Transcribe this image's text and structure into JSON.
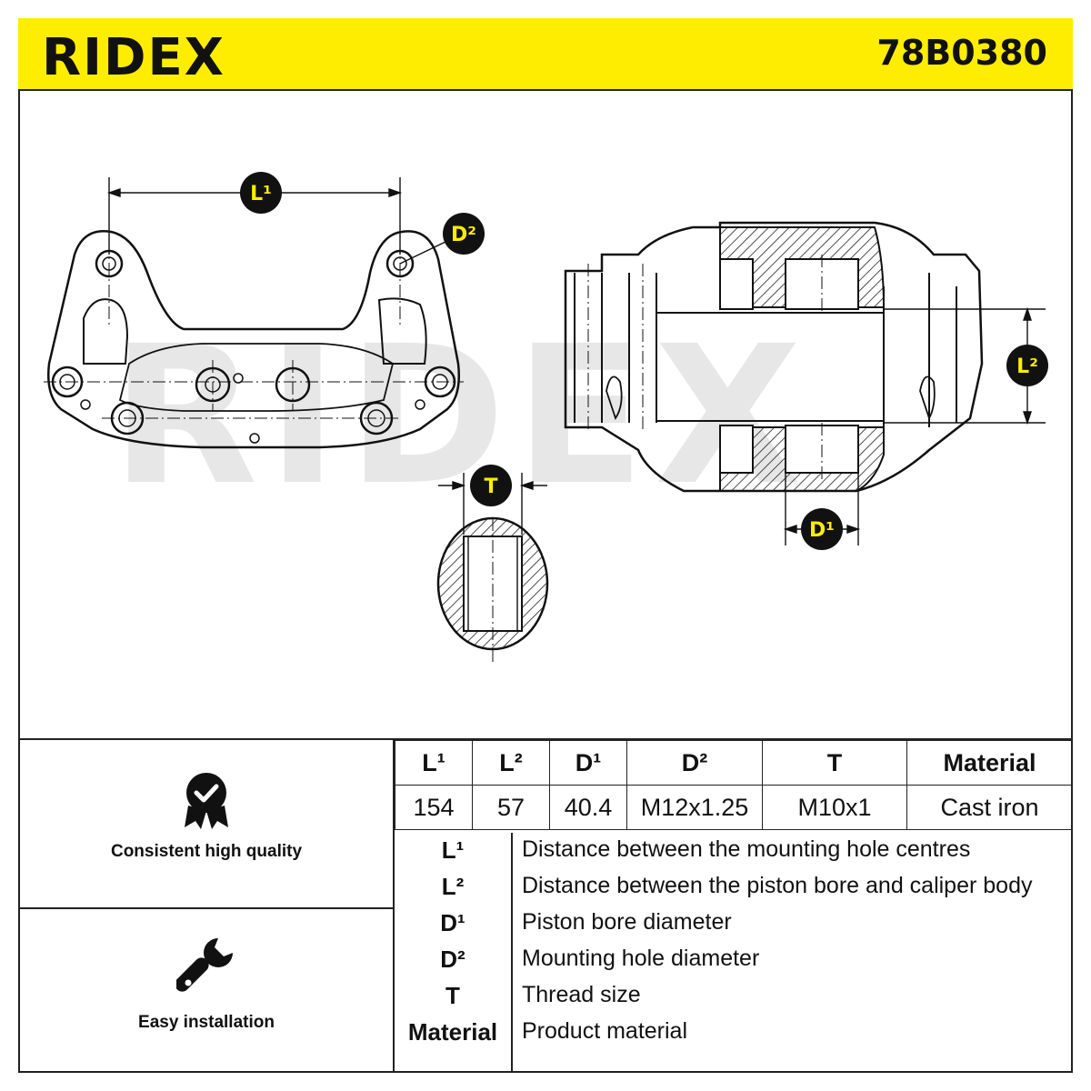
{
  "header": {
    "brand": "RIDEX",
    "part_number": "78B0380",
    "brand_color": "#ffed00"
  },
  "drawing": {
    "watermark": "RIDEX",
    "dimension_labels": {
      "L1": "L¹",
      "L2": "L²",
      "D1": "D¹",
      "D2": "D²",
      "T": "T"
    }
  },
  "features": [
    {
      "label": "Consistent high quality",
      "icon": "quality-badge-icon"
    },
    {
      "label": "Easy installation",
      "icon": "wrench-icon"
    }
  ],
  "specs": {
    "headers": [
      "L¹",
      "L²",
      "D¹",
      "D²",
      "T",
      "Material"
    ],
    "values": [
      "154",
      "57",
      "40.4",
      "M12x1.25",
      "M10x1",
      "Cast iron"
    ]
  },
  "legend": [
    {
      "key": "L¹",
      "description": "Distance between the mounting hole centres"
    },
    {
      "key": "L²",
      "description": "Distance between the piston bore and caliper body"
    },
    {
      "key": "D¹",
      "description": "Piston bore diameter"
    },
    {
      "key": "D²",
      "description": "Mounting hole diameter"
    },
    {
      "key": "T",
      "description": "Thread size"
    },
    {
      "key": "Material",
      "description": "Product material"
    }
  ]
}
